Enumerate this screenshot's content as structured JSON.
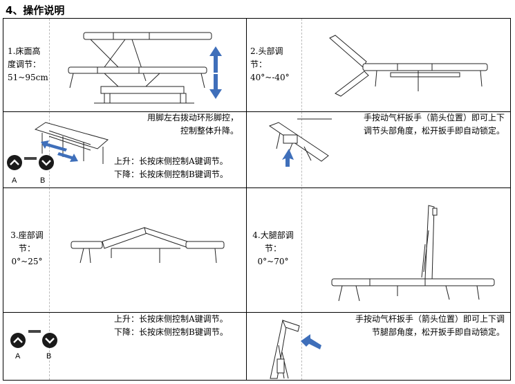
{
  "title": "4、操作说明",
  "sections": {
    "height": {
      "label_lines": [
        "1.床面高",
        "度调节：",
        "51~95cm"
      ]
    },
    "height_text": [
      "用脚左右拨动环形脚控，",
      "控制整体升降。"
    ],
    "height_buttons": [
      "上升：长按床侧控制A键调节。",
      "下降：长按床侧控制B键调节。"
    ],
    "head": {
      "label_lines": [
        "2.头部调",
        "节：",
        "40°~-40°"
      ]
    },
    "head_text": [
      "手按动气杆扳手（箭头位置）即可上下",
      "调节头部角度，松开扳手即自动锁定。"
    ],
    "seat": {
      "label_lines": [
        "3.座部调",
        "节：",
        "0°~25°"
      ]
    },
    "seat_buttons": [
      "上升：长按床侧控制A键调节。",
      "下降：长按床侧控制B键调节。"
    ],
    "leg": {
      "label_lines": [
        "4.大腿部调",
        "节：",
        "0°~70°"
      ]
    },
    "leg_text": [
      "手按动气杆扳手（箭头位置）即可上下调",
      "节腿部角度，松开扳手即自动锁定。"
    ]
  },
  "button_labels": {
    "a": "A",
    "b": "B"
  },
  "colors": {
    "arrow": "#3f6fba",
    "button": "#1a1a1a"
  },
  "icons": [
    "chevron-up-icon",
    "chevron-down-icon",
    "arrow-icon"
  ]
}
